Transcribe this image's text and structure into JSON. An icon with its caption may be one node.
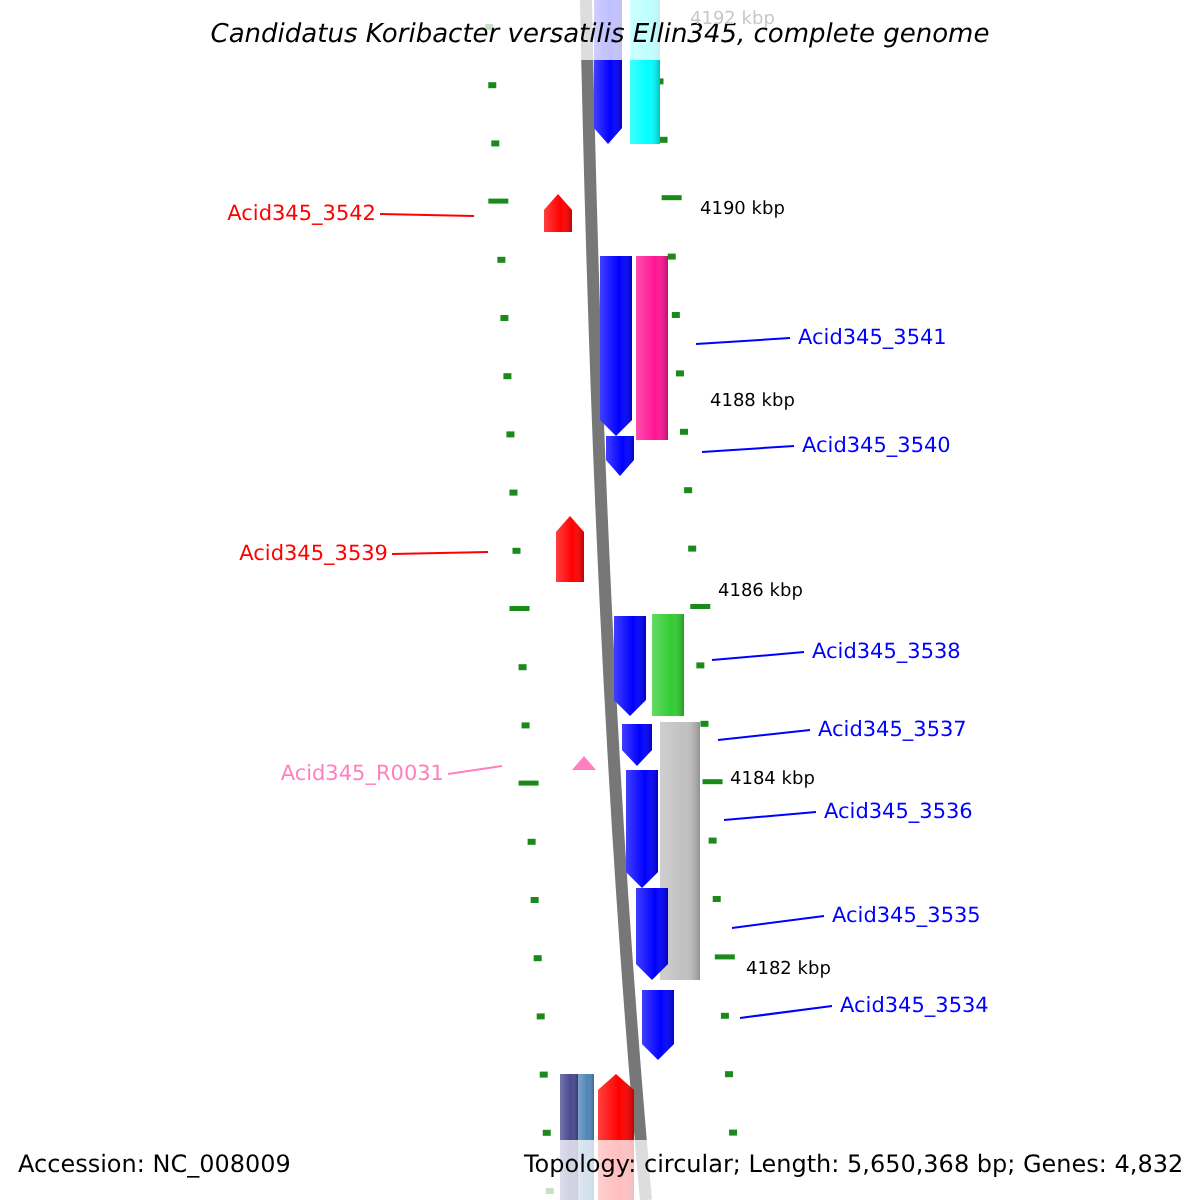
{
  "diagram": {
    "title": "Candidatus Koribacter versatilis Ellin345, complete genome",
    "nodes": [
      {
        "text": [
          "Acid345_3542"
        ]
      },
      {
        "text": [
          "Acid345_3541"
        ]
      },
      {
        "text": [
          "Acid345_3540"
        ]
      },
      {
        "text": [
          "Acid345_3539"
        ]
      },
      {
        "text": [
          "Acid345_3538"
        ]
      },
      {
        "text": [
          "Acid345_3537"
        ]
      },
      {
        "text": [
          "Acid345_R0031"
        ]
      },
      {
        "text": [
          "Acid345_3536"
        ]
      },
      {
        "text": [
          "Acid345_3535"
        ]
      },
      {
        "text": [
          "Acid345_3534"
        ]
      }
    ],
    "edges": [
      {
        "from": 0,
        "to": null,
        "arrow": "none",
        "color": "#ff0000"
      },
      {
        "from": 1,
        "to": null,
        "arrow": "none"
      },
      {
        "from": 2,
        "to": null,
        "arrow": "none"
      },
      {
        "from": 3,
        "to": null,
        "arrow": "none",
        "color": "#ff0000"
      },
      {
        "from": 4,
        "to": null,
        "arrow": "none"
      },
      {
        "from": 5,
        "to": null,
        "arrow": "none"
      },
      {
        "from": 6,
        "to": null,
        "arrow": "none",
        "color": "#ff80c0"
      },
      {
        "from": 7,
        "to": null,
        "arrow": "none"
      },
      {
        "from": 8,
        "to": null,
        "arrow": "none"
      },
      {
        "from": 9,
        "to": null,
        "arrow": "none"
      }
    ],
    "labels": [
      "4192 kbp",
      "4190 kbp",
      "4188 kbp",
      "4186 kbp",
      "4184 kbp",
      "4182 kbp",
      "Accession: NC_008009",
      "Topology: circular; Length: 5,650,368 bp; Genes: 4,832"
    ]
  }
}
